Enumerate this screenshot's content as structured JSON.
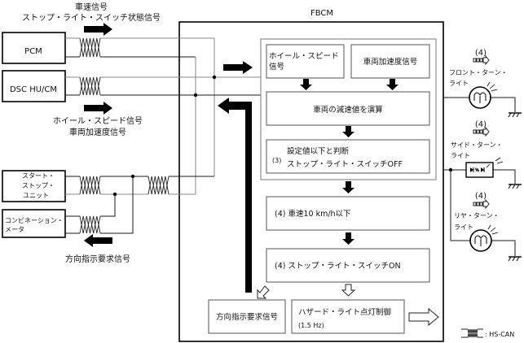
{
  "title": "FBCM",
  "external_units": {
    "pcm": "PCM",
    "dsc": "DSC HU/CM",
    "start_stop": [
      "スタート・",
      "ストップ・",
      "ユニット"
    ],
    "combination_meter": [
      "コンビネーション・",
      "メータ"
    ]
  },
  "signals": {
    "pcm_out": [
      "車速信号",
      "ストップ・ライト・スイッチ状態信号"
    ],
    "dsc_out": [
      "ホイール・スピード信号",
      "車両加速度信号"
    ],
    "turn_request": "方向指示要求信号"
  },
  "fbcm_blocks": {
    "wheel_speed": [
      "ホイール・スピード",
      "信号"
    ],
    "vehicle_accel": "車両加速度信号",
    "calc_decel": "車両の減速値を演算",
    "judge": {
      "step": "(3)",
      "lines": [
        "設定値以下と判断",
        "ストップ・ライト・スイッチOFF"
      ]
    },
    "speed_below": "(4) 車速10 km/h以下",
    "stop_on": "(4) ストップ・ライト・スイッチON",
    "turn_request": "方向指示要求信号",
    "hazard": [
      "ハザード・ライト点灯制御",
      "(1.5 Hz)"
    ]
  },
  "lamps": [
    {
      "step": "(4)",
      "label": [
        "フロント・ターン・",
        "ライト"
      ],
      "icon": "bulb-icon"
    },
    {
      "step": "(4)",
      "label": [
        "サイド・ターン・",
        "ライト"
      ],
      "icon": "led-lamp-icon"
    },
    {
      "step": "(4)",
      "label": [
        "リヤ・ターン・",
        "ライト"
      ],
      "icon": "bulb-icon"
    }
  ],
  "legend": {
    "label": ": HS-CAN",
    "symbol": "twisted-pair-icon"
  }
}
